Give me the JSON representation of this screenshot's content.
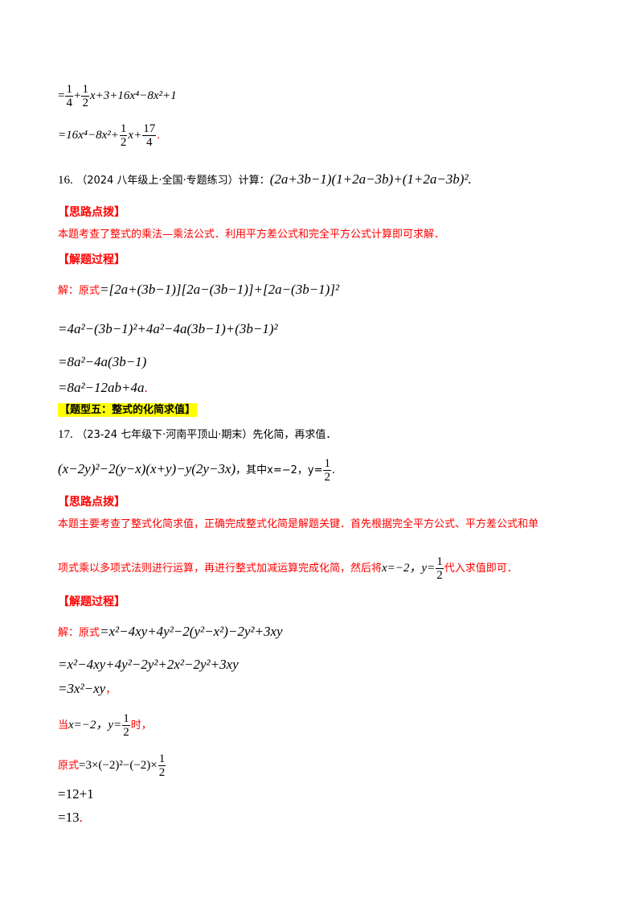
{
  "continuation": {
    "line1": {
      "prefix": "=",
      "f1n": "1",
      "f1d": "4",
      "p1": "+",
      "f2n": "1",
      "f2d": "2",
      "rest": "x+3+16x⁴−8x²+1"
    },
    "line2": {
      "prefix": "=16x⁴−8x²+",
      "f1n": "1",
      "f1d": "2",
      "mid": "x+",
      "f2n": "17",
      "f2d": "4",
      "end": "."
    }
  },
  "q16": {
    "number": "16.",
    "source": "（2024 八年级上·全国·专题练习）计算：",
    "expr": "(2a+3b−1)(1+2a−3b)+(1+2a−3b)²."
  },
  "q16_hint": {
    "heading": "【思路点拨】",
    "text": "本题考查了整式的乘法—乘法公式．利用平方差公式和完全平方公式计算即可求解．"
  },
  "q16_solution": {
    "heading": "【解题过程】",
    "lead": "解：原式",
    "steps": [
      "=[2a+(3b−1)][2a−(3b−1)]+[2a−(3b−1)]²",
      "=4a²−(3b−1)²+4a²−4a(3b−1)+(3b−1)²",
      "=8a²−4a(3b−1)",
      "=8a²−12ab+4a"
    ],
    "end_mark": "."
  },
  "section_heading": "【题型五：整式的化简求值】",
  "q17": {
    "number": "17.",
    "source": "（23-24 七年级下·河南平顶山·期末）先化简，再求值．",
    "expr": "(x−2y)²−2(y−x)(x+y)−y(2y−3x)",
    "condition_prefix": "，其中x=−2，y=",
    "cond_fn": "1",
    "cond_fd": "2",
    "end": "."
  },
  "q17_hint": {
    "heading": "【思路点拨】",
    "text_line1": "本题主要考查了整式化简求值，正确完成整式化简是解题关键．首先根据完全平方公式、平方差公式和单",
    "text_line2_a": "项式乘以多项式法则进行运算，再进行整式加减运算完成化简，然后将",
    "text_line2_math": "x=−2，y=",
    "text_line2_fn": "1",
    "text_line2_fd": "2",
    "text_line2_b": "代入求值即可．"
  },
  "q17_solution": {
    "heading": "【解题过程】",
    "lead": "解：原式",
    "step1": "=x²−4xy+4y²−2(y²−x²)−2y²+3xy",
    "step2": "=x²−4xy+4y²−2y²+2x²−2y²+3xy",
    "step3": "=3x²−xy",
    "step3_end": "，",
    "when_a": "当",
    "when_math": "x=−2，y=",
    "when_fn": "1",
    "when_fd": "2",
    "when_b": "时，",
    "orig_label": "原式",
    "orig_expr": "=3×(−2)²−(−2)×",
    "orig_fn": "1",
    "orig_fd": "2",
    "step5": "=12+1",
    "step6": "=13",
    "step6_end": "."
  },
  "colors": {
    "accent_red": "#ff0000",
    "highlight": "#ffff00"
  }
}
